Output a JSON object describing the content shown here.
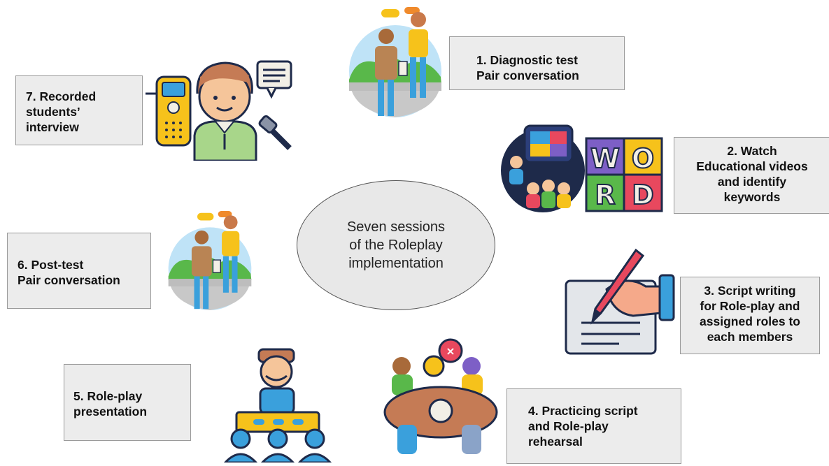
{
  "center": {
    "lines": [
      "Seven sessions",
      "of the Roleplay",
      "implementation"
    ]
  },
  "sessions": [
    {
      "lines": [
        "1. Diagnostic test",
        "Pair conversation"
      ],
      "icon": "students-conversation-icon"
    },
    {
      "lines": [
        "2. Watch",
        "Educational videos",
        "and identify",
        "keywords"
      ],
      "icon": "video-word-puzzle-icon"
    },
    {
      "lines": [
        "3. Script writing",
        "for Role-play and",
        "assigned roles to",
        "each members"
      ],
      "icon": "hand-writing-icon"
    },
    {
      "lines": [
        "4. Practicing script",
        "and Role-play",
        "rehearsal"
      ],
      "icon": "group-discussion-icon"
    },
    {
      "lines": [
        "5. Role-play",
        "presentation"
      ],
      "icon": "presenter-audience-icon"
    },
    {
      "lines": [
        "6. Post-test",
        "Pair conversation"
      ],
      "icon": "students-conversation-icon"
    },
    {
      "lines": [
        "7. Recorded",
        "students’",
        "interview"
      ],
      "icon": "recorder-interview-icon"
    }
  ],
  "colors": {
    "box_fill": "#ececec",
    "box_border": "#9a9a9a",
    "ellipse_fill": "#e8e8e8",
    "dark_outline": "#1e2a4a",
    "blue": "#3aa0dc",
    "green": "#59b84a",
    "yellow": "#f6c21b",
    "orange": "#f08a2c",
    "red": "#e8485e",
    "purple": "#7d5fc6",
    "skin": "#f5c59a"
  }
}
